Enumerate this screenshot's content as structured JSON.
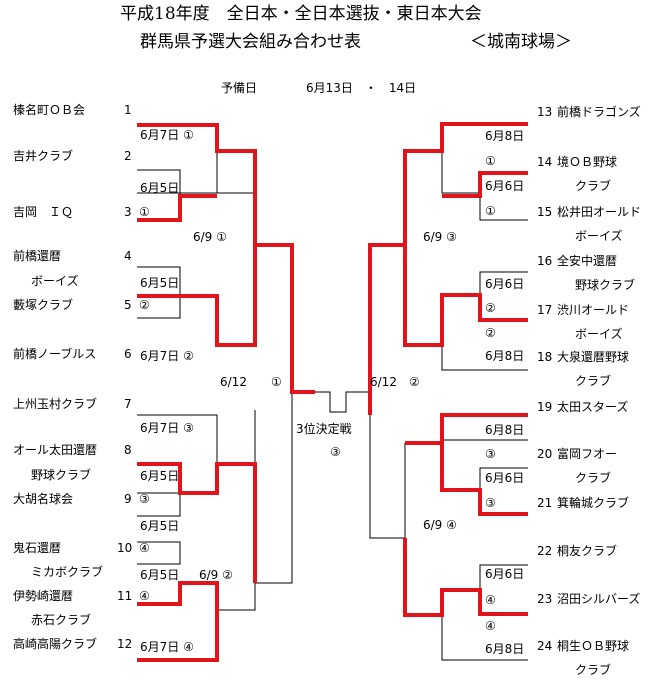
{
  "title": {
    "line1": "平成18年度　全日本・全日本選抜・東日本大会",
    "line2": "群馬県予選大会組み合わせ表",
    "venue": "＜城南球場＞"
  },
  "reserve_day": {
    "label": "予備日",
    "dates": "6月13日　・　14日"
  },
  "teams_left": [
    {
      "name": "榛名町ＯＢ会",
      "sub": "",
      "num": "1",
      "mark": ""
    },
    {
      "name": "吉井クラブ",
      "sub": "",
      "num": "2",
      "mark": ""
    },
    {
      "name": "吉岡　ＩＱ",
      "sub": "",
      "num": "3",
      "mark": "①"
    },
    {
      "name": "前橋還暦",
      "sub": "ボーイズ",
      "num": "4",
      "mark": ""
    },
    {
      "name": "藪塚クラブ",
      "sub": "",
      "num": "5",
      "mark": "②"
    },
    {
      "name": "前橋ノーブルス",
      "sub": "",
      "num": "6",
      "mark": ""
    },
    {
      "name": "上州玉村クラブ",
      "sub": "",
      "num": "7",
      "mark": ""
    },
    {
      "name": "オール太田還暦",
      "sub": "野球クラブ",
      "num": "8",
      "mark": ""
    },
    {
      "name": "大胡名球会",
      "sub": "",
      "num": "9",
      "mark": "③"
    },
    {
      "name": "鬼石還暦",
      "sub": "ミカボクラブ",
      "num": "10",
      "mark": "④"
    },
    {
      "name": "伊勢崎還暦",
      "sub": "赤石クラブ",
      "num": "11",
      "mark": "④"
    },
    {
      "name": "高崎高陽クラブ",
      "sub": "",
      "num": "12",
      "mark": ""
    }
  ],
  "teams_right": [
    {
      "num": "13",
      "name": "前橋ドラゴンズ",
      "sub": ""
    },
    {
      "num": "14",
      "name": "境ＯＢ野球",
      "sub": "クラブ"
    },
    {
      "num": "15",
      "name": "松井田オールド",
      "sub": "ボーイズ"
    },
    {
      "num": "16",
      "name": "全安中還暦",
      "sub": "野球クラブ"
    },
    {
      "num": "17",
      "name": "渋川オールド",
      "sub": "ボーイズ"
    },
    {
      "num": "18",
      "name": "大泉還暦野球",
      "sub": "クラブ"
    },
    {
      "num": "19",
      "name": "太田スターズ",
      "sub": ""
    },
    {
      "num": "20",
      "name": "富岡フオー",
      "sub": "クラブ"
    },
    {
      "num": "21",
      "name": "箕輪城クラブ",
      "sub": ""
    },
    {
      "num": "22",
      "name": "桐友クラブ",
      "sub": ""
    },
    {
      "num": "23",
      "name": "沼田シルバーズ",
      "sub": ""
    },
    {
      "num": "24",
      "name": "桐生ＯＢ野球",
      "sub": "クラブ"
    }
  ],
  "match_labels_left": [
    {
      "text": "6月7日 ①"
    },
    {
      "text": "6月5日"
    },
    {
      "text": "6月5日"
    },
    {
      "text": "6月7日 ②"
    },
    {
      "text": "6月7日 ③"
    },
    {
      "text": "6月5日"
    },
    {
      "text": "6月5日"
    },
    {
      "text": "6月5日"
    },
    {
      "text": "6月7日 ④"
    }
  ],
  "match_labels_right": [
    {
      "text": "6月8日"
    },
    {
      "text": "①"
    },
    {
      "text": "6月6日"
    },
    {
      "text": "①"
    },
    {
      "text": "6月6日"
    },
    {
      "text": "②"
    },
    {
      "text": "②"
    },
    {
      "text": "6月8日"
    },
    {
      "text": "6月8日"
    },
    {
      "text": "③"
    },
    {
      "text": "6月6日"
    },
    {
      "text": "③"
    },
    {
      "text": "6月6日"
    },
    {
      "text": "④"
    },
    {
      "text": "④"
    },
    {
      "text": "6月8日"
    }
  ],
  "round_labels": {
    "l_sf1": "6/9 ①",
    "l_sf2": "6/9 ②",
    "l_final_date": "6/12",
    "l_final_mark": "①",
    "r_sf1": "6/9 ③",
    "r_sf2": "6/9 ④",
    "r_final": "6/12　②",
    "third_place": "3位決定戦",
    "third_place_mark": "③"
  },
  "colors": {
    "highlight": "#e0141a",
    "line": "#000000"
  }
}
